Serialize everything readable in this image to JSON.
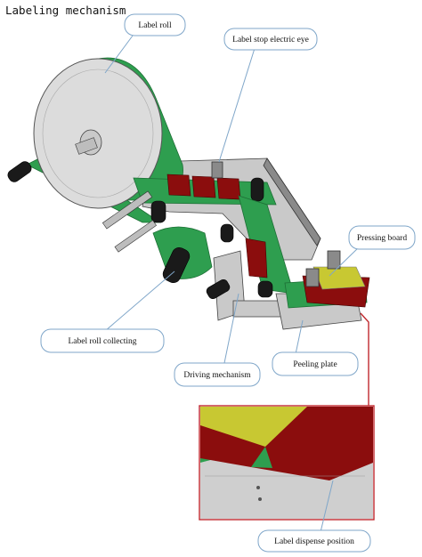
{
  "title": "Labeling mechanism",
  "callouts": {
    "label_roll": "Label roll",
    "label_stop_electric_eye": "Label stop electric eye",
    "pressing_board": "Pressing board",
    "label_roll_collecting": "Label roll collecting",
    "driving_mechanism": "Driving mechanism",
    "peeling_plate": "Peeling plate",
    "label_dispense_position": "Label dispense position"
  },
  "colors": {
    "label_web": "#2e9e4f",
    "labels": "#8b0d0d",
    "pressing_board": "#c8c832",
    "frame": "#c9c9c9",
    "detail_border": "#c0282d",
    "callout_border": "#7fa6c9"
  },
  "icons": {
    "roll_hub": "hub-icon",
    "rollers": "roller-icon"
  }
}
